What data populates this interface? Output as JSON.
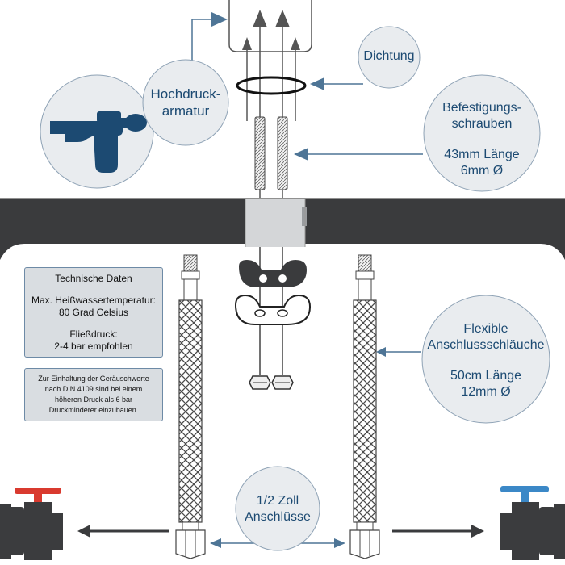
{
  "labels": {
    "hochdruck_line1": "Hochdruck-",
    "hochdruck_line2": "armatur",
    "dichtung": "Dichtung",
    "befestigung_line1": "Befestigungs-",
    "befestigung_line2": "schrauben",
    "befestigung_spec1": "43mm Länge",
    "befestigung_spec2": "6mm Ø",
    "flexible_line1": "Flexible",
    "flexible_line2": "Anschlussschläuche",
    "flexible_spec1": "50cm Länge",
    "flexible_spec2": "12mm Ø",
    "zoll_line1": "1/2 Zoll",
    "zoll_line2": "Anschlüsse"
  },
  "tech_box": {
    "title": "Technische Daten",
    "temp_line1": "Max. Heißwassertemperatur:",
    "temp_line2": "80 Grad  Celsius",
    "pressure_line1": "Fließdruck:",
    "pressure_line2": "2-4  bar empfohlen"
  },
  "note_box": {
    "line1": "Zur Einhaltung der Geräuschwerte",
    "line2": "nach DIN 4109 sind bei einem",
    "line3": "höheren Druck als 6 bar",
    "line4": "Druckminderer einzubauen."
  },
  "colors": {
    "accent_blue": "#1c4a72",
    "arrow_blue": "#4e7596",
    "circle_fill": "#e9ecef",
    "countertop": "#3a3b3d",
    "valve_body": "#3b3c3e",
    "hot_handle": "#d93a2f",
    "cold_handle": "#3b88c7",
    "box_fill": "#d9dde1"
  },
  "icons": {
    "faucet": "faucet-icon",
    "hot_valve": "hot-water-valve-icon",
    "cold_valve": "cold-water-valve-icon"
  }
}
